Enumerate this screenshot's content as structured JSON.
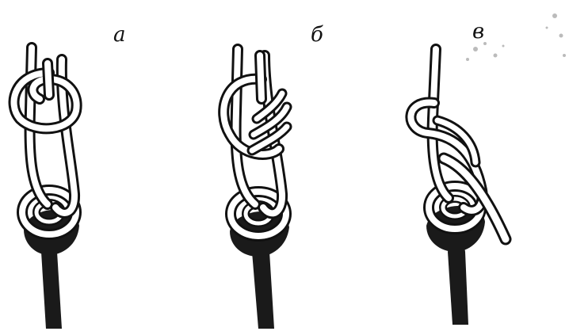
{
  "figure": {
    "panels": [
      {
        "id": "a",
        "label": "а"
      },
      {
        "id": "b",
        "label": "б"
      },
      {
        "id": "v",
        "label": "в"
      }
    ],
    "colors": {
      "ink": "#111111",
      "paper": "#ffffff",
      "line_dark": "#1a1a1a"
    }
  }
}
